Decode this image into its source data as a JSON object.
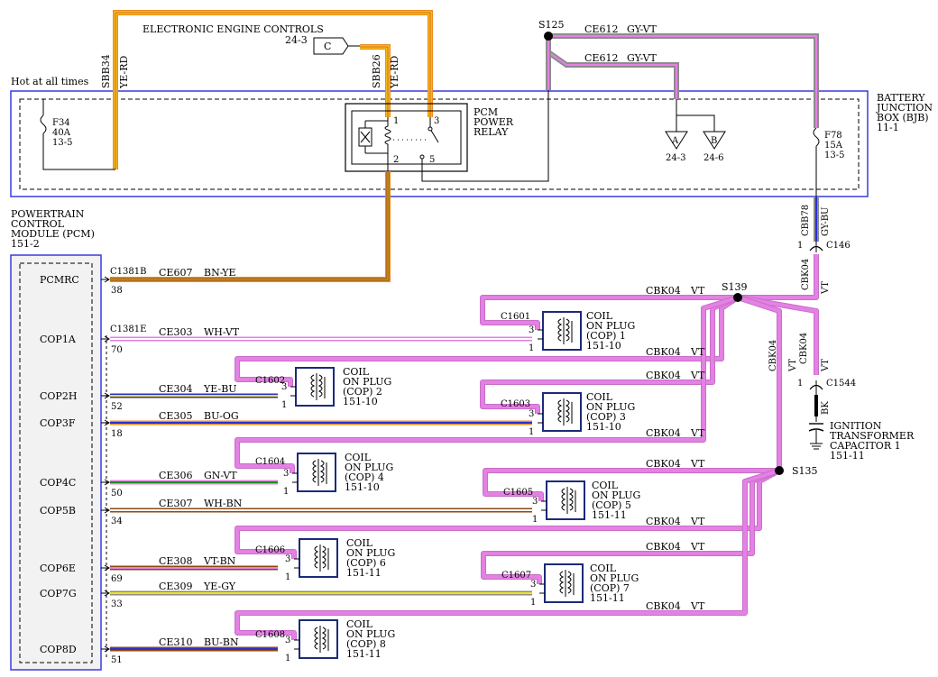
{
  "title": "ELECTRONIC ENGINE CONTROLS",
  "title_ref": "24-3",
  "connector_c": "C",
  "hot_at_all_times": "Hot at all times",
  "bjb": {
    "l1": "BATTERY",
    "l2": "JUNCTION",
    "l3": "BOX (BJB)",
    "l4": "11-1"
  },
  "f34": {
    "name": "F34",
    "rating": "40A",
    "ref": "13-5"
  },
  "f78": {
    "name": "F78",
    "rating": "15A",
    "ref": "13-5"
  },
  "relay": {
    "l1": "PCM",
    "l2": "POWER",
    "l3": "RELAY",
    "p1": "1",
    "p2": "2",
    "p3": "3",
    "p5": "5"
  },
  "wires_top": {
    "sbb34": "SBB34",
    "sbb34_color": "YE-RD",
    "sbb26": "SBB26",
    "sbb26_color": "YE-RD"
  },
  "s125": "S125",
  "ce612_a": {
    "circuit": "CE612",
    "color": "GY-VT"
  },
  "ce612_b": {
    "circuit": "CE612",
    "color": "GY-VT"
  },
  "grounds": {
    "a": "A",
    "b": "B",
    "a_ref": "24-3",
    "b_ref": "24-6"
  },
  "cbb78": {
    "circuit": "CBB78",
    "color": "GY-BU"
  },
  "c146": {
    "name": "C146",
    "pin": "1"
  },
  "cbk04_vert": {
    "circuit": "CBK04",
    "color": "VT"
  },
  "cbk04_cap": {
    "circuit": "CBK04",
    "color": "VT"
  },
  "cbk04_mid": {
    "circuit": "CBK04",
    "color": "VT"
  },
  "s139": "S139",
  "s135": "S135",
  "c1544": {
    "name": "C1544",
    "pin": "1"
  },
  "bk": "BK",
  "capacitor": {
    "l1": "IGNITION",
    "l2": "TRANSFORMER",
    "l3": "CAPACITOR 1",
    "l4": "151-11"
  },
  "pcm": {
    "l1": "POWERTRAIN",
    "l2": "CONTROL",
    "l3": "MODULE (PCM)",
    "l4": "151-2"
  },
  "c1381b": "C1381B",
  "c1381e": "C1381E",
  "pcm_pins": [
    {
      "name": "PCMRC",
      "pin": "38",
      "circuit": "CE607",
      "color": "BN-YE"
    },
    {
      "name": "COP1A",
      "pin": "70",
      "circuit": "CE303",
      "color": "WH-VT"
    },
    {
      "name": "COP2H",
      "pin": "52",
      "circuit": "CE304",
      "color": "YE-BU"
    },
    {
      "name": "COP3F",
      "pin": "18",
      "circuit": "CE305",
      "color": "BU-OG"
    },
    {
      "name": "COP4C",
      "pin": "50",
      "circuit": "CE306",
      "color": "GN-VT"
    },
    {
      "name": "COP5B",
      "pin": "34",
      "circuit": "CE307",
      "color": "WH-BN"
    },
    {
      "name": "COP6E",
      "pin": "69",
      "circuit": "CE308",
      "color": "VT-BN"
    },
    {
      "name": "COP7G",
      "pin": "33",
      "circuit": "CE309",
      "color": "YE-GY"
    },
    {
      "name": "COP8D",
      "pin": "51",
      "circuit": "CE310",
      "color": "BU-BN"
    }
  ],
  "coils": [
    {
      "connector": "C1601",
      "l1": "COIL",
      "l2": "ON PLUG",
      "l3": "(COP) 1",
      "ref": "151-10",
      "p3": "3",
      "p1": "1"
    },
    {
      "connector": "C1602",
      "l1": "COIL",
      "l2": "ON PLUG",
      "l3": "(COP) 2",
      "ref": "151-10",
      "p3": "3",
      "p1": "1"
    },
    {
      "connector": "C1603",
      "l1": "COIL",
      "l2": "ON PLUG",
      "l3": "(COP) 3",
      "ref": "151-10",
      "p3": "3",
      "p1": "1"
    },
    {
      "connector": "C1604",
      "l1": "COIL",
      "l2": "ON PLUG",
      "l3": "(COP) 4",
      "ref": "151-10",
      "p3": "3",
      "p1": "1"
    },
    {
      "connector": "C1605",
      "l1": "COIL",
      "l2": "ON PLUG",
      "l3": "(COP) 5",
      "ref": "151-11",
      "p3": "3",
      "p1": "1"
    },
    {
      "connector": "C1606",
      "l1": "COIL",
      "l2": "ON PLUG",
      "l3": "(COP) 6",
      "ref": "151-11",
      "p3": "3",
      "p1": "1"
    },
    {
      "connector": "C1607",
      "l1": "COIL",
      "l2": "ON PLUG",
      "l3": "(COP) 7",
      "ref": "151-11",
      "p3": "3",
      "p1": "1"
    },
    {
      "connector": "C1608",
      "l1": "COIL",
      "l2": "ON PLUG",
      "l3": "(COP) 8",
      "ref": "151-11",
      "p3": "3",
      "p1": "1"
    }
  ],
  "feed_labels": [
    {
      "circuit": "CBK04",
      "color": "VT"
    },
    {
      "circuit": "CBK04",
      "color": "VT"
    },
    {
      "circuit": "CBK04",
      "color": "VT"
    },
    {
      "circuit": "CBK04",
      "color": "VT"
    },
    {
      "circuit": "CBK04",
      "color": "VT"
    },
    {
      "circuit": "CBK04",
      "color": "VT"
    },
    {
      "circuit": "CBK04",
      "color": "VT"
    },
    {
      "circuit": "CBK04",
      "color": "VT"
    }
  ],
  "colors": {
    "yellow": "#f4e31c",
    "orange": "#f08a1e",
    "red": "#c8231e",
    "brown": "#8b4a14",
    "violet": "#e481e4",
    "gray": "#8c8c8c",
    "blue": "#2b2fd6",
    "green": "#1f8a1f",
    "white": "#ffffff",
    "black": "#000000",
    "frame_blue": "#3a3adf",
    "box_gray": "#f2f2f2",
    "coil_blue": "#1c2a7a"
  }
}
